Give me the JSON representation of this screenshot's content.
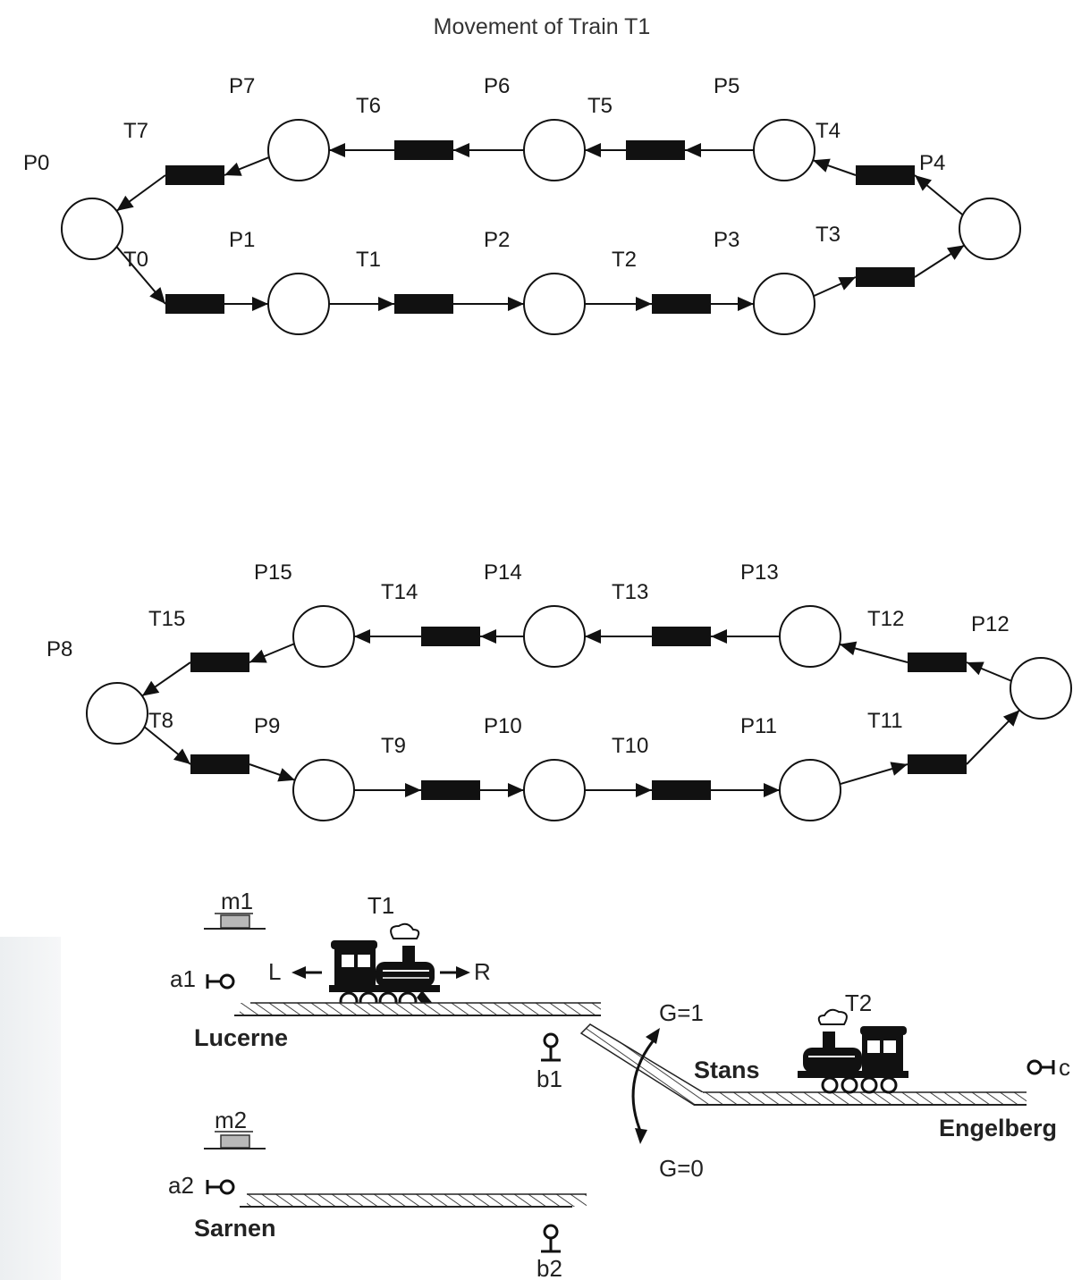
{
  "title": "Movement of Train T1",
  "nets": [
    {
      "places": [
        {
          "id": "P0",
          "label": "P0"
        },
        {
          "id": "P1",
          "label": "P1"
        },
        {
          "id": "P2",
          "label": "P2"
        },
        {
          "id": "P3",
          "label": "P3"
        },
        {
          "id": "P4",
          "label": "P4"
        },
        {
          "id": "P5",
          "label": "P5"
        },
        {
          "id": "P6",
          "label": "P6"
        },
        {
          "id": "P7",
          "label": "P7"
        }
      ],
      "transitions": [
        {
          "id": "T0",
          "label": "T0",
          "from": "P0",
          "to": "P1"
        },
        {
          "id": "T1",
          "label": "T1",
          "from": "P1",
          "to": "P2"
        },
        {
          "id": "T2",
          "label": "T2",
          "from": "P2",
          "to": "P3"
        },
        {
          "id": "T3",
          "label": "T3",
          "from": "P3",
          "to": "P4"
        },
        {
          "id": "T4",
          "label": "T4",
          "from": "P4",
          "to": "P5"
        },
        {
          "id": "T5",
          "label": "T5",
          "from": "P5",
          "to": "P6"
        },
        {
          "id": "T6",
          "label": "T6",
          "from": "P6",
          "to": "P7"
        },
        {
          "id": "T7",
          "label": "T7",
          "from": "P7",
          "to": "P0"
        }
      ]
    },
    {
      "places": [
        {
          "id": "P8",
          "label": "P8"
        },
        {
          "id": "P9",
          "label": "P9"
        },
        {
          "id": "P10",
          "label": "P10"
        },
        {
          "id": "P11",
          "label": "P11"
        },
        {
          "id": "P12",
          "label": "P12"
        },
        {
          "id": "P13",
          "label": "P13"
        },
        {
          "id": "P14",
          "label": "P14"
        },
        {
          "id": "P15",
          "label": "P15"
        }
      ],
      "transitions": [
        {
          "id": "T8",
          "label": "T8",
          "from": "P8",
          "to": "P9"
        },
        {
          "id": "T9",
          "label": "T9",
          "from": "P9",
          "to": "P10"
        },
        {
          "id": "T10",
          "label": "T10",
          "from": "P10",
          "to": "P11"
        },
        {
          "id": "T11",
          "label": "T11",
          "from": "P11",
          "to": "P12"
        },
        {
          "id": "T12",
          "label": "T12",
          "from": "P12",
          "to": "P13"
        },
        {
          "id": "T13",
          "label": "T13",
          "from": "P13",
          "to": "P14"
        },
        {
          "id": "T14",
          "label": "T14",
          "from": "P14",
          "to": "P15"
        },
        {
          "id": "T15",
          "label": "T15",
          "from": "P15",
          "to": "P8"
        }
      ]
    }
  ],
  "schematic": {
    "train1": "T1",
    "train2": "T2",
    "left": "L",
    "right": "R",
    "m1": "m1",
    "m2": "m2",
    "a1": "a1",
    "a2": "a2",
    "b1": "b1",
    "b2": "b2",
    "c": "c",
    "gate_up": "G=1",
    "gate_down": "G=0",
    "stations": {
      "lucerne": "Lucerne",
      "sarnen": "Sarnen",
      "stans": "Stans",
      "engelberg": "Engelberg"
    },
    "colors": {
      "marker_fill": "#b8b8b8",
      "hatch": "#555555"
    }
  }
}
